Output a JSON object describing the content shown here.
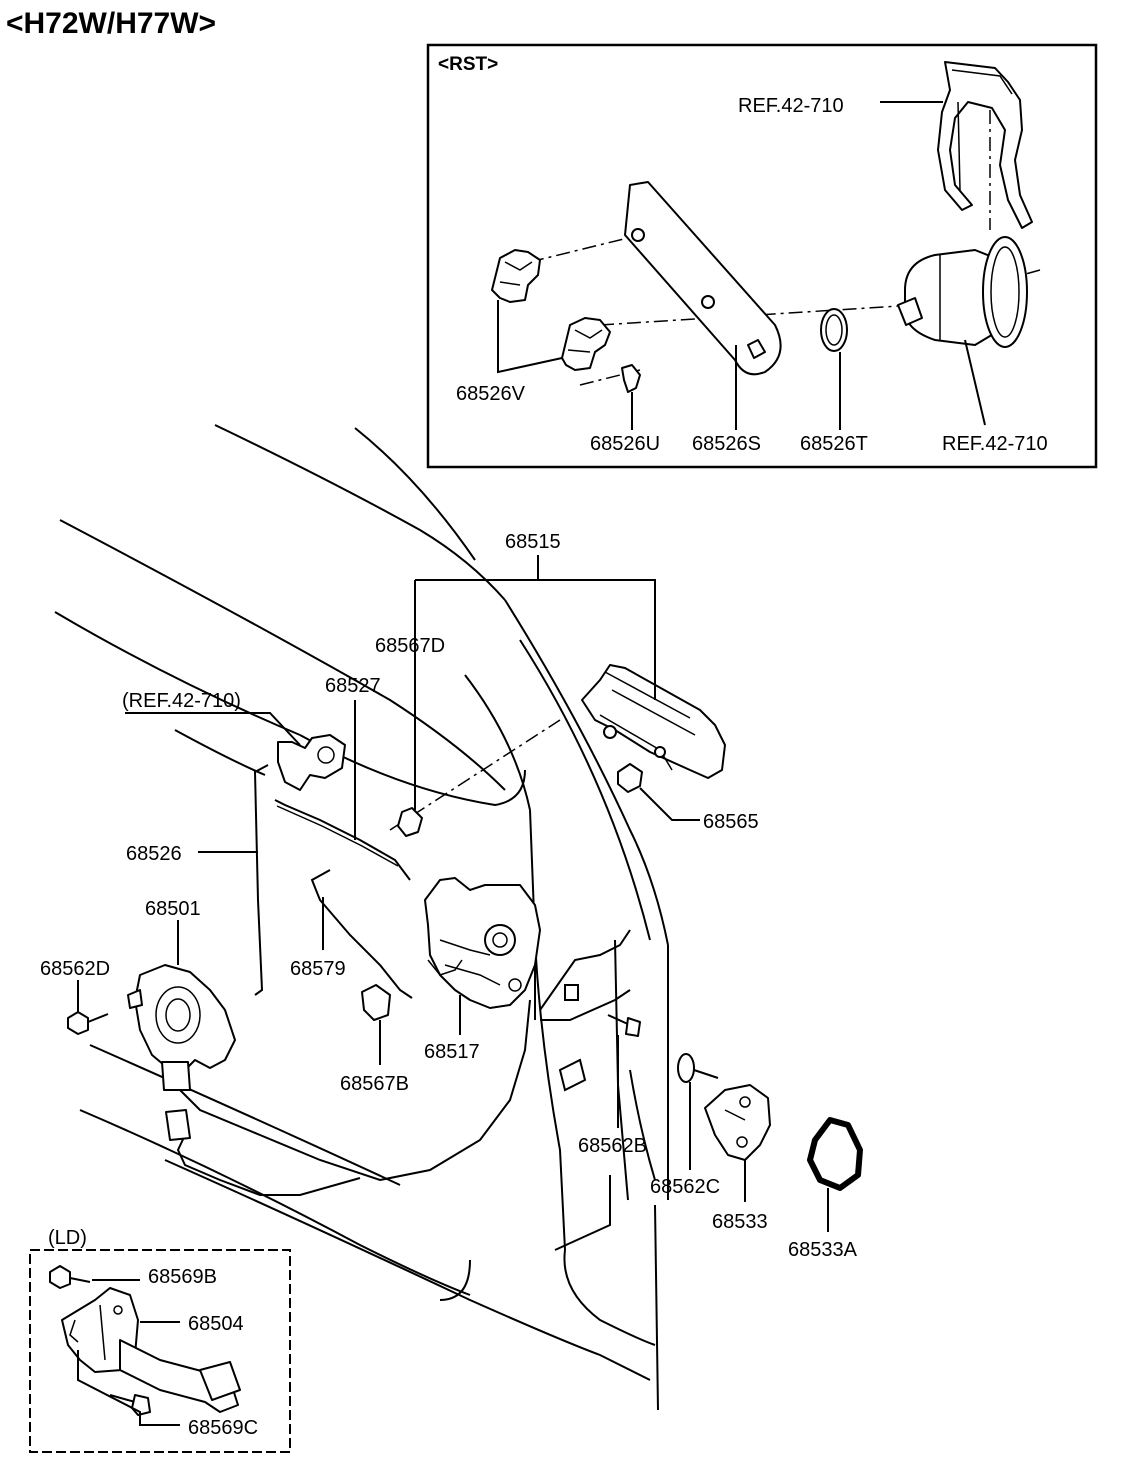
{
  "title": "<H72W/H77W>",
  "insets": {
    "rst": {
      "title": "<RST>",
      "labels": {
        "ref_top": "REF.42-710",
        "p68526V": "68526V",
        "p68526U": "68526U",
        "p68526S": "68526S",
        "p68526T": "68526T",
        "ref_bottom": "REF.42-710"
      }
    },
    "ld": {
      "title": "(LD)",
      "labels": {
        "p68569B": "68569B",
        "p68504": "68504",
        "p68569C": "68569C"
      }
    }
  },
  "labels": {
    "p68515": "68515",
    "p68567D": "68567D",
    "p68527": "68527",
    "ref": "(REF.42-710)",
    "p68565": "68565",
    "p68526": "68526",
    "p68501": "68501",
    "p68562D": "68562D",
    "p68579": "68579",
    "p68567B": "68567B",
    "p68517": "68517",
    "p68562B": "68562B",
    "p68562C": "68562C",
    "p68533": "68533",
    "p68533A": "68533A"
  }
}
